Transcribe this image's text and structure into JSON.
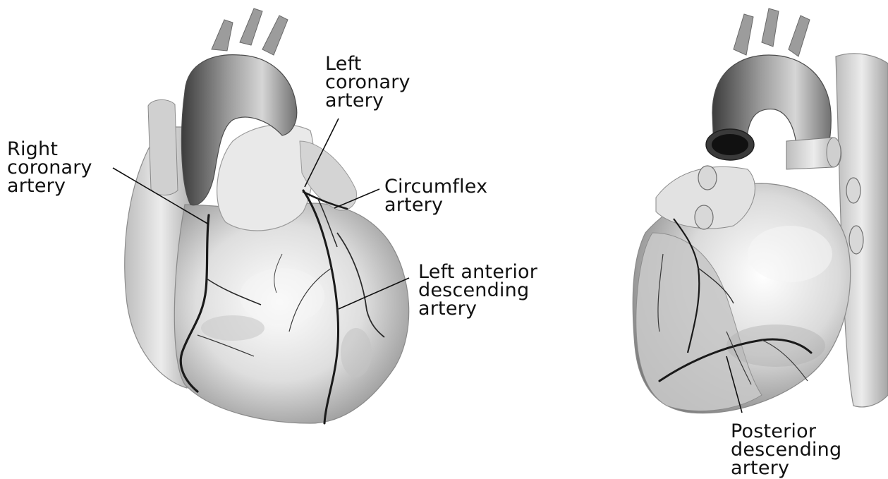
{
  "diagram": {
    "anterior_view": {
      "labels": {
        "left_coronary": [
          "Left",
          "coronary",
          "artery"
        ],
        "right_coronary": [
          "Right",
          "coronary",
          "artery"
        ],
        "circumflex": [
          "Circumflex",
          "artery"
        ],
        "lad": [
          "Left anterior",
          "descending",
          "artery"
        ]
      }
    },
    "posterior_view": {
      "labels": {
        "pda": [
          "Posterior",
          "descending",
          "artery"
        ]
      }
    }
  },
  "colors": {
    "artery": "#1a1a1a",
    "heart_light": "#e6e6e6",
    "heart_mid": "#b9b9b9",
    "heart_dark": "#6f6f6f",
    "leader": "#111111"
  }
}
